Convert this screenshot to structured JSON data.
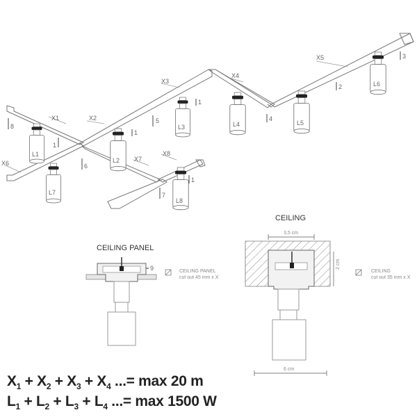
{
  "track_labels": {
    "x1": "X1",
    "x2": "X2",
    "x3": "X3",
    "x4": "X4",
    "x5": "X5",
    "x6": "X6",
    "x7": "X7",
    "x8": "X8"
  },
  "lamp_labels": {
    "l1": "L1",
    "l2": "L2",
    "l3": "L3",
    "l4": "L4",
    "l5": "L5",
    "l6": "L6",
    "l7": "L7",
    "l8": "L8"
  },
  "connector_labels": {
    "c1": "1",
    "c2": "2",
    "c3": "3",
    "c4": "4",
    "c5": "5",
    "c6": "6",
    "c7": "7",
    "c8": "8",
    "c9": "9"
  },
  "ceiling_panel": {
    "title": "CEILING PANEL",
    "note_title": "CEILING PANEL",
    "note_detail": "cut out 45 mm x X"
  },
  "ceiling": {
    "title": "CEILING",
    "width_label": "3,5 cm",
    "height_label": "2 cm",
    "bottom_label": "6 cm",
    "note_title": "CEILING",
    "note_detail": "cut out 35 mm x X"
  },
  "formulas": {
    "line1": [
      {
        "base": "X",
        "sub": "1"
      },
      {
        "op": " + "
      },
      {
        "base": "X",
        "sub": "2"
      },
      {
        "op": " + "
      },
      {
        "base": "X",
        "sub": "3"
      },
      {
        "op": " + "
      },
      {
        "base": "X",
        "sub": "4"
      },
      {
        "op": " ...= max 20 m"
      }
    ],
    "line2": [
      {
        "base": "L",
        "sub": "1"
      },
      {
        "op": " + "
      },
      {
        "base": "L",
        "sub": "2"
      },
      {
        "op": " + "
      },
      {
        "base": "L",
        "sub": "3"
      },
      {
        "op": " + "
      },
      {
        "base": "L",
        "sub": "4"
      },
      {
        "op": " ...= max 1500 W"
      }
    ]
  }
}
